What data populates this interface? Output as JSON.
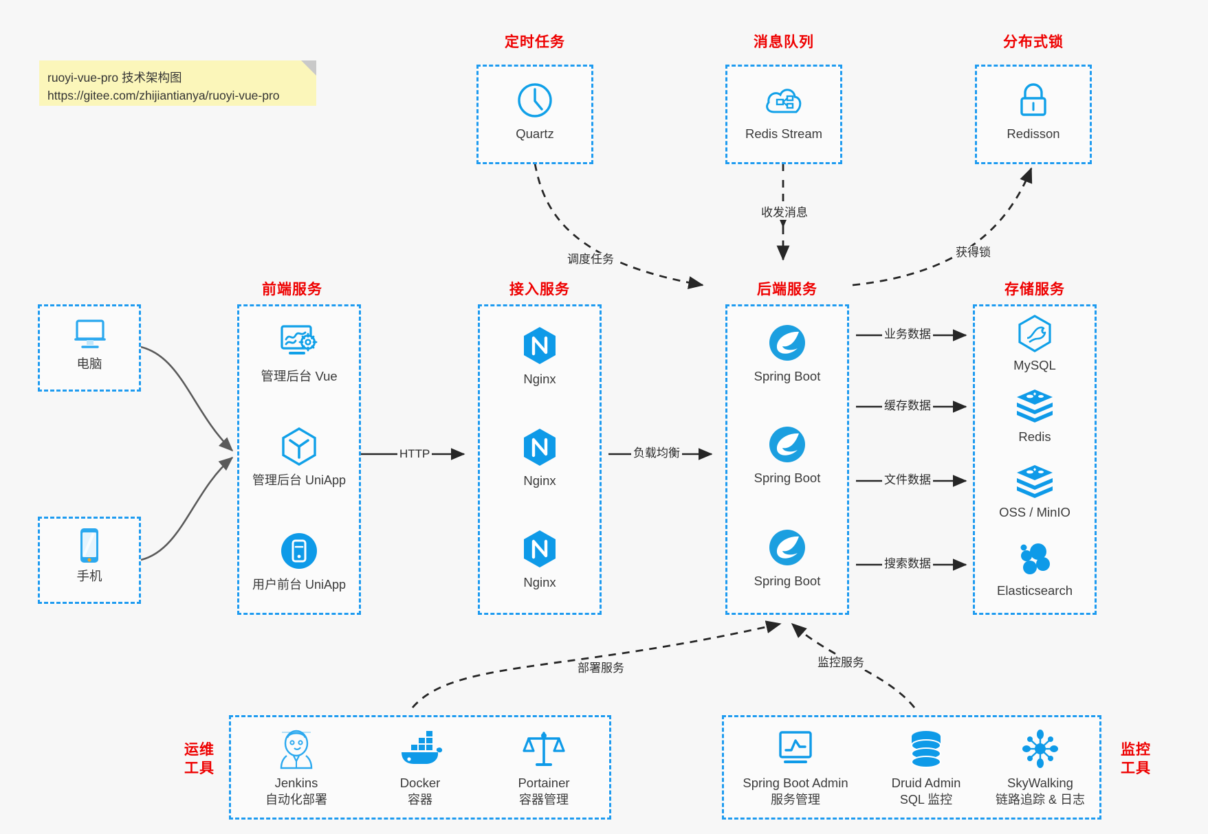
{
  "note": {
    "line1": "ruoyi-vue-pro 技术架构图",
    "line2": "https://gitee.com/zhijiantianya/ruoyi-vue-pro"
  },
  "colors": {
    "accent_blue": "#1e9bf0",
    "icon_blue": "#10a0e8",
    "heading_red": "#ee0000",
    "background": "#f7f7f7",
    "note_yellow": "#fbf6ba",
    "edge_dark": "#262626"
  },
  "groups": {
    "scheduled_task": {
      "title": "定时任务",
      "nodes": [
        {
          "icon": "clock-icon",
          "label": "Quartz"
        }
      ]
    },
    "message_queue": {
      "title": "消息队列",
      "nodes": [
        {
          "icon": "cloud-stream-icon",
          "label": "Redis Stream"
        }
      ]
    },
    "distributed_lock": {
      "title": "分布式锁",
      "nodes": [
        {
          "icon": "lock-icon",
          "label": "Redisson"
        }
      ]
    },
    "clients": {
      "nodes": [
        {
          "icon": "desktop-icon",
          "label": "电脑"
        },
        {
          "icon": "mobile-icon",
          "label": "手机"
        }
      ]
    },
    "frontend": {
      "title": "前端服务",
      "nodes": [
        {
          "icon": "dashboard-gear-icon",
          "label": "管理后台 Vue"
        },
        {
          "icon": "uniapp-cube-icon",
          "label": "管理后台 UniApp"
        },
        {
          "icon": "mobile-app-icon",
          "label": "用户前台 UniApp"
        }
      ]
    },
    "gateway": {
      "title": "接入服务",
      "nodes": [
        {
          "icon": "nginx-icon",
          "label": "Nginx"
        },
        {
          "icon": "nginx-icon",
          "label": "Nginx"
        },
        {
          "icon": "nginx-icon",
          "label": "Nginx"
        }
      ]
    },
    "backend": {
      "title": "后端服务",
      "nodes": [
        {
          "icon": "spring-boot-icon",
          "label": "Spring Boot"
        },
        {
          "icon": "spring-boot-icon",
          "label": "Spring Boot"
        },
        {
          "icon": "spring-boot-icon",
          "label": "Spring Boot"
        }
      ]
    },
    "storage": {
      "title": "存储服务",
      "nodes": [
        {
          "icon": "mysql-icon",
          "label": "MySQL"
        },
        {
          "icon": "redis-icon",
          "label": "Redis"
        },
        {
          "icon": "oss-icon",
          "label": "OSS / MinIO"
        },
        {
          "icon": "elasticsearch-icon",
          "label": "Elasticsearch"
        }
      ]
    },
    "devops": {
      "title": "运维\n工具",
      "title_line1": "运维",
      "title_line2": "工具",
      "nodes": [
        {
          "icon": "jenkins-icon",
          "label": "Jenkins",
          "sub": "自动化部署"
        },
        {
          "icon": "docker-icon",
          "label": "Docker",
          "sub": "容器"
        },
        {
          "icon": "portainer-icon",
          "label": "Portainer",
          "sub": "容器管理"
        }
      ]
    },
    "monitoring": {
      "title_line1": "监控",
      "title_line2": "工具",
      "nodes": [
        {
          "icon": "monitor-chart-icon",
          "label": "Spring Boot Admin",
          "sub": "服务管理"
        },
        {
          "icon": "database-icon",
          "label": "Druid Admin",
          "sub": "SQL 监控"
        },
        {
          "icon": "skywalking-icon",
          "label": "SkyWalking",
          "sub": "链路追踪 & 日志"
        }
      ]
    }
  },
  "edges": [
    {
      "id": "http",
      "label": "HTTP",
      "from": "frontend",
      "to": "gateway"
    },
    {
      "id": "load-balance",
      "label": "负载均衡",
      "from": "gateway",
      "to": "backend"
    },
    {
      "id": "schedule-task",
      "label": "调度任务",
      "from": "scheduled_task",
      "to": "backend"
    },
    {
      "id": "send-receive-message",
      "label": "收发消息",
      "from": "message_queue",
      "to": "backend"
    },
    {
      "id": "acquire-lock",
      "label": "获得锁",
      "from": "backend",
      "to": "distributed_lock"
    },
    {
      "id": "business-data",
      "label": "业务数据",
      "from": "backend",
      "to": "mysql"
    },
    {
      "id": "cache-data",
      "label": "缓存数据",
      "from": "backend",
      "to": "redis"
    },
    {
      "id": "file-data",
      "label": "文件数据",
      "from": "backend",
      "to": "oss"
    },
    {
      "id": "search-data",
      "label": "搜索数据",
      "from": "backend",
      "to": "elasticsearch"
    },
    {
      "id": "deploy-service",
      "label": "部署服务",
      "from": "devops",
      "to": "backend"
    },
    {
      "id": "monitor-service",
      "label": "监控服务",
      "from": "monitoring",
      "to": "backend"
    }
  ]
}
